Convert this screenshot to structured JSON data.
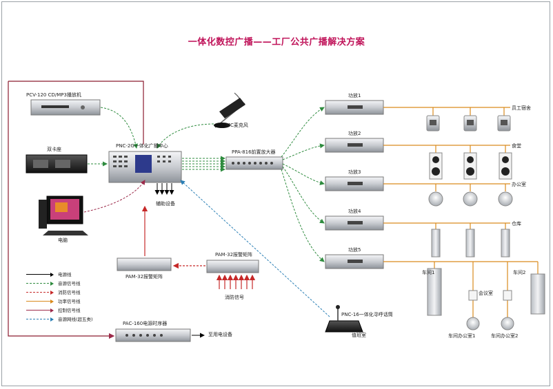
{
  "title": "一体化数控广播——工厂公共广播解决方案",
  "devices": {
    "cd_player": "PCV-120 CD/MP3播放机",
    "tape_deck": "双卡座",
    "computer": "电脑",
    "central_unit": "PNC-2G一体化广播中心",
    "mic": "MC麦克风",
    "preamp": "PPA-816前置放大器",
    "fire_matrix": "PAM-32报警矩阵",
    "alarm_matrix": "PAM-32报警矩阵",
    "fire_signal": "消防信号",
    "power_sequencer": "PAC-160电源时序器",
    "to_equipment": "至用电设备",
    "aux_devices": "辅助设备",
    "paging_console": "PNC-16一体化寻呼话筒",
    "duty_room": "值班室"
  },
  "amplifiers": [
    "功放1",
    "功放2",
    "功放3",
    "功放4",
    "功放5"
  ],
  "zones": {
    "dorm": "员工宿舍",
    "canteen": "食堂",
    "office": "办公室",
    "warehouse": "仓库",
    "workshop1": "车间1",
    "workshop2": "车间2",
    "meeting_room": "会议室",
    "workshop_office1": "车间办公室1",
    "workshop_office2": "车间办公室2"
  },
  "legend": [
    {
      "label": "电源线",
      "color": "#000000",
      "style": "solid"
    },
    {
      "label": "音源信号线",
      "color": "#2e8b3e",
      "style": "dashed"
    },
    {
      "label": "消防信号线",
      "color": "#c62828",
      "style": "dashed"
    },
    {
      "label": "功率信号线",
      "color": "#d98a1c",
      "style": "solid"
    },
    {
      "label": "控制信号线",
      "color": "#9c2a4a",
      "style": "solid"
    },
    {
      "label": "音源网线(超五类)",
      "color": "#2a7fb5",
      "style": "dashed"
    }
  ]
}
